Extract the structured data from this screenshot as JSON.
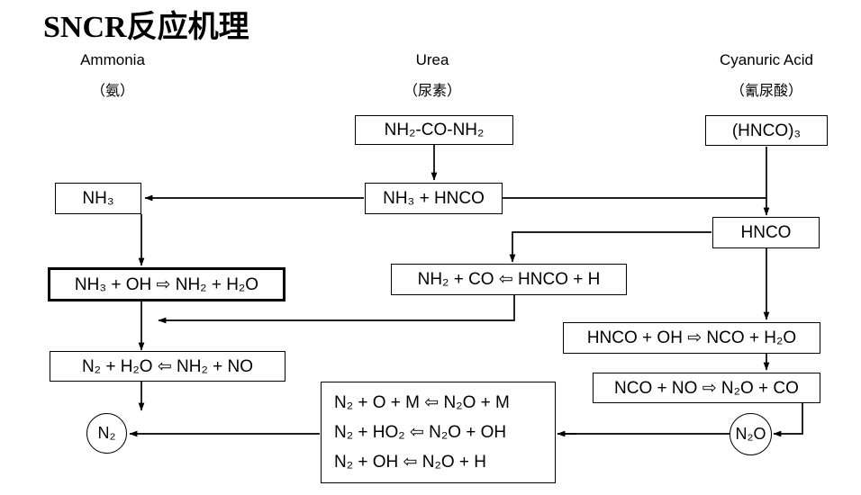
{
  "title": "SNCR反应机理",
  "columns": [
    {
      "en": "Ammonia",
      "cn": "（氨）"
    },
    {
      "en": "Urea",
      "cn": "（尿素）"
    },
    {
      "en": "Cyanuric Acid",
      "cn": "（氰尿酸）"
    }
  ],
  "nodes": {
    "urea": "NH₂-CO-NH₂",
    "cyanuric": "(HNCO)₃",
    "ammonia": "NH₃",
    "nh3_hnco": "NH₃ + HNCO",
    "hnco": "HNCO",
    "nh3_oh": "NH₃ + OH ⇨ NH₂ + H₂O",
    "nh2_co": "NH₂ + CO ⇦ HNCO + H",
    "hnco_oh": "HNCO + OH ⇨ NCO + H₂O",
    "n2_h2o": "N₂ + H₂O ⇦ NH₂ + NO",
    "nco_no": "NCO + NO ⇨ N₂O + CO",
    "n2_circle": "N₂",
    "n2o_circle": "N₂O",
    "n2o_box": [
      "N₂ + O + M ⇦ N₂O + M",
      "N₂ + HO₂ ⇦ N₂O + OH",
      "N₂ + OH ⇦ N₂O + H"
    ]
  },
  "colors": {
    "stroke": "#000000",
    "background": "#ffffff",
    "text": "#000000"
  }
}
